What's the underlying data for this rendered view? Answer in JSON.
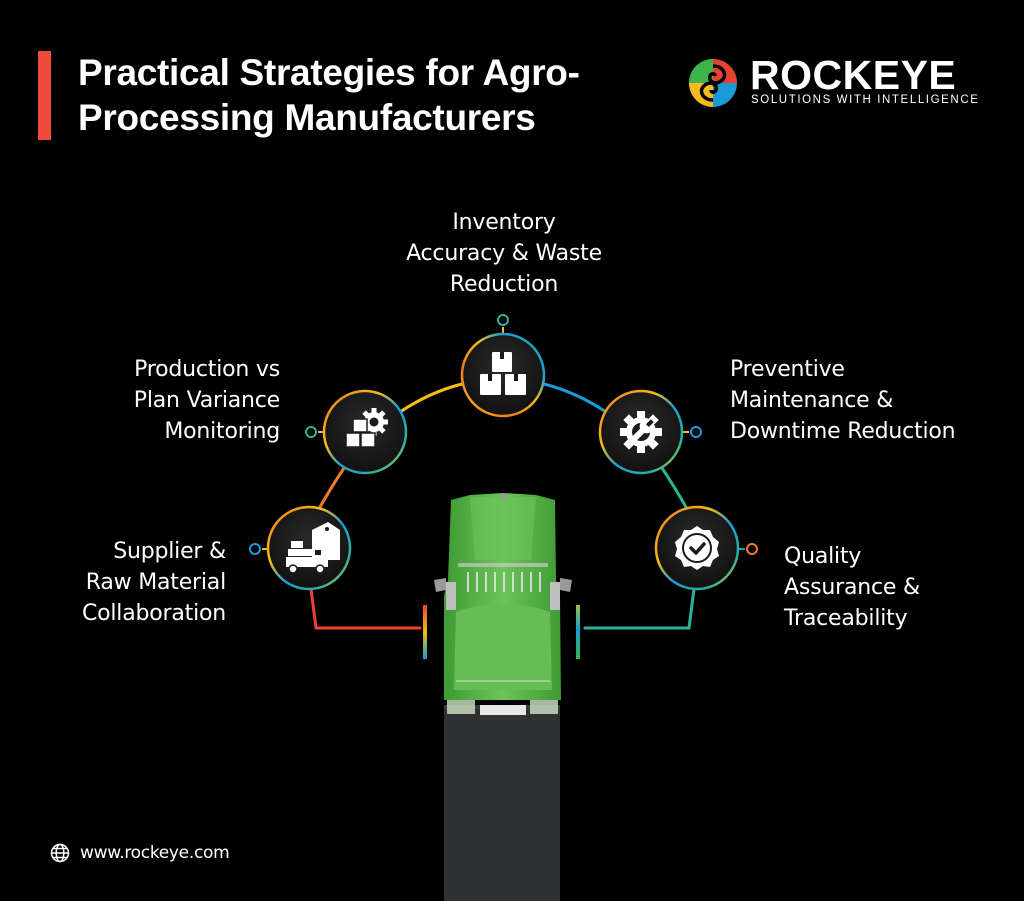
{
  "header": {
    "title_line1": "Practical Strategies for Agro-",
    "title_line2": "Processing Manufacturers",
    "accent_color": "#f04a3c"
  },
  "brand": {
    "name": "ROCKEYE",
    "tagline": "SOLUTIONS WITH INTELLIGENCE",
    "logo_colors": [
      "#e8412f",
      "#f9b81b",
      "#1a9ad6",
      "#3db54a"
    ]
  },
  "strategies": [
    {
      "id": "supplier",
      "icon": "warehouse-truck-icon",
      "lines": [
        "Supplier &",
        "Raw Material",
        "Collaboration"
      ]
    },
    {
      "id": "production",
      "icon": "boxes-gear-icon",
      "lines": [
        "Production vs",
        "Plan Variance",
        "Monitoring"
      ]
    },
    {
      "id": "inventory",
      "icon": "stacked-boxes-icon",
      "lines": [
        "Inventory",
        "Accuracy & Waste",
        "Reduction"
      ]
    },
    {
      "id": "maintenance",
      "icon": "gear-wrench-icon",
      "lines": [
        "Preventive",
        "Maintenance &",
        "Downtime Reduction"
      ]
    },
    {
      "id": "quality",
      "icon": "quality-badge-check-icon",
      "lines": [
        "Quality",
        "Assurance &",
        "Traceability"
      ]
    }
  ],
  "colors": {
    "orange": "#f47a20",
    "red": "#ee4330",
    "yellow": "#f6bd16",
    "blue": "#1b9bd7",
    "teal": "#2bb39a",
    "green": "#3ab54a",
    "truck_green": "#5cb848",
    "trailer": "#2f3133"
  },
  "footer": {
    "icon": "globe-icon",
    "url": "www.rockeye.com"
  }
}
